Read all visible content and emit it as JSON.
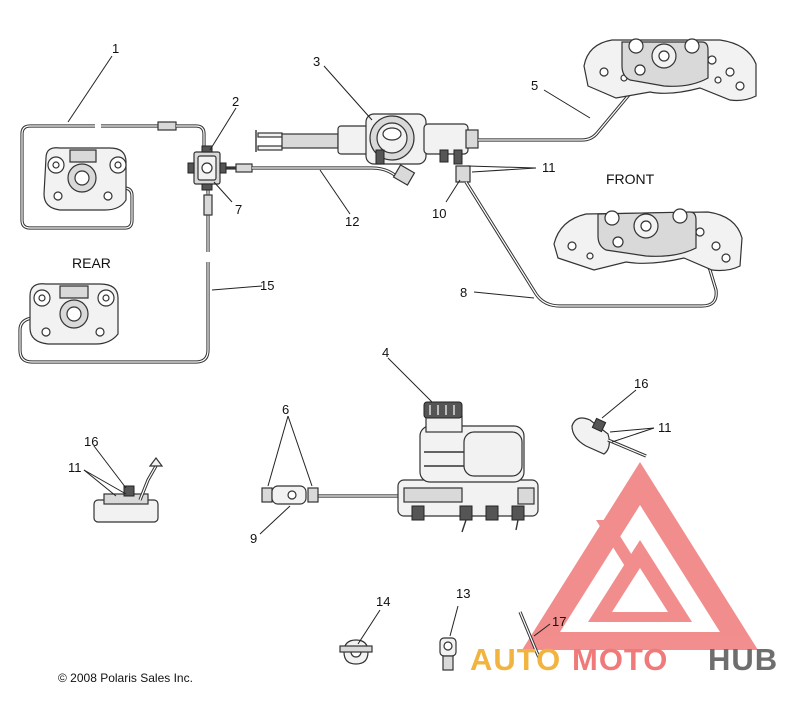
{
  "labels": {
    "rear": "REAR",
    "front": "FRONT",
    "copyright": "© 2008 Polaris Sales Inc."
  },
  "callouts": {
    "c1": "1",
    "c2": "2",
    "c3": "3",
    "c4": "4",
    "c5": "5",
    "c6": "6",
    "c7": "7",
    "c8": "8",
    "c9": "9",
    "c10": "10",
    "c11a": "11",
    "c11b": "11",
    "c11c": "11",
    "c12": "12",
    "c13": "13",
    "c14": "14",
    "c15": "15",
    "c16a": "16",
    "c16b": "16",
    "c17": "17"
  },
  "watermark": {
    "part1": "AUTO",
    "part2": "MOTO",
    "part3": "HUB",
    "color_red": "#e84b4b",
    "color_orange": "#f2b440",
    "color_gray": "#6e6e6e"
  }
}
